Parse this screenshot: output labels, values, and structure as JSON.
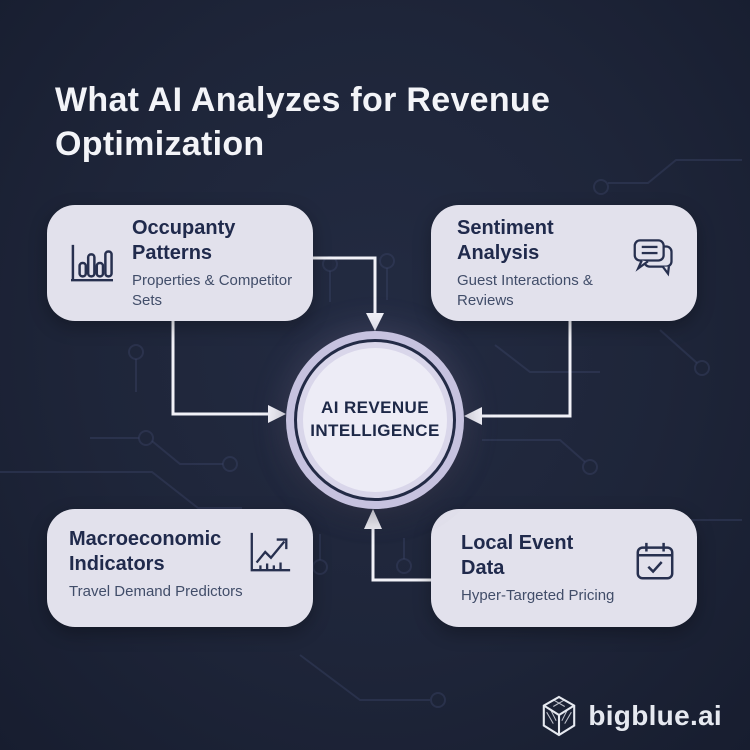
{
  "poster": {
    "title": "What AI Analyzes for Revenue Optimization"
  },
  "hub": {
    "label_line1": "AI REVENUE",
    "label_line2": "INTELLIGENCE"
  },
  "cards": [
    {
      "title": "Occupanty Patterns",
      "subtitle": "Properties & Competitor Sets",
      "icon": "bar-chart-icon",
      "icon_position": "left"
    },
    {
      "title": "Sentiment Analysis",
      "subtitle": "Guest Interactions & Reviews",
      "icon": "chat-bubbles-icon",
      "icon_position": "right"
    },
    {
      "title": "Macroeconomic Indicators",
      "subtitle": "Travel Demand Predictors",
      "icon": "trend-chart-icon",
      "icon_position": "right"
    },
    {
      "title": "Local Event Data",
      "subtitle": "Hyper-Targeted Pricing",
      "icon": "calendar-check-icon",
      "icon_position": "right"
    }
  ],
  "connections": [
    {
      "from": "occupancy-patterns-card",
      "to": "hub-top"
    },
    {
      "from": "occupancy-patterns-card",
      "to": "hub-left"
    },
    {
      "from": "sentiment-analysis-card",
      "to": "hub-right"
    },
    {
      "from": "local-event-data-card",
      "to": "hub-bottom"
    }
  ],
  "brand": {
    "name": "bigblue.ai",
    "icon": "cube-icon"
  },
  "colors": {
    "background": "#1e2539",
    "card": "#e2e1ec",
    "card_title": "#202a4c",
    "card_subtitle": "#414d69",
    "hub_ring": "#c6c2df",
    "hub_inner": "#edecf6",
    "hub_text": "#1d2847",
    "arrow": "#f2f2f8",
    "title_text": "#f3f4f8",
    "brand_text": "#e6e9f0"
  }
}
